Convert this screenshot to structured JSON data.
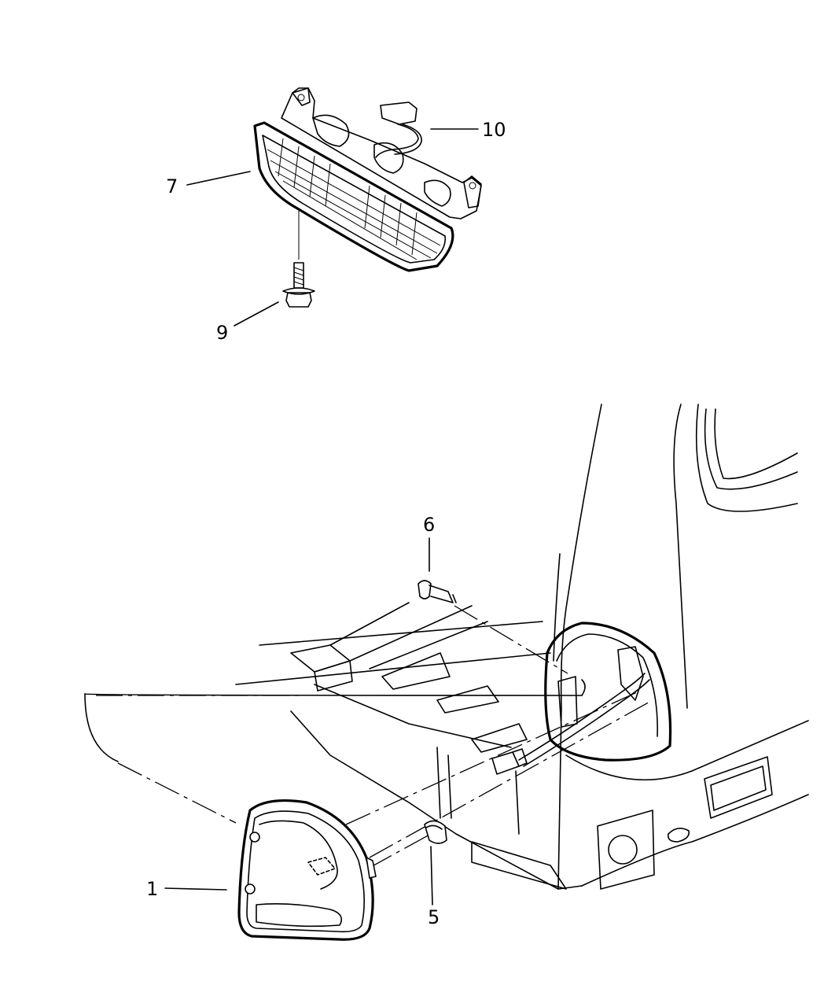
{
  "diagram": {
    "callouts": [
      {
        "id": "1",
        "label": "1"
      },
      {
        "id": "5",
        "label": "5"
      },
      {
        "id": "6",
        "label": "6"
      },
      {
        "id": "7",
        "label": "7"
      },
      {
        "id": "9",
        "label": "9"
      },
      {
        "id": "10",
        "label": "10"
      }
    ]
  }
}
